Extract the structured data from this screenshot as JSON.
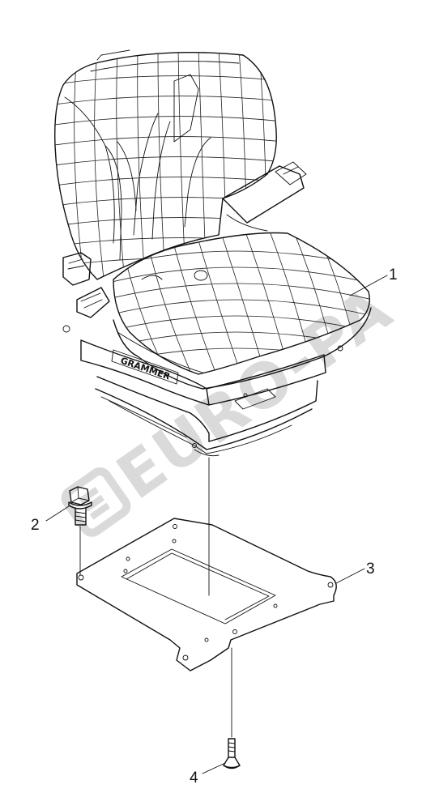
{
  "watermark": {
    "text": "EURO-PA"
  },
  "seat": {
    "brand_text": "GRAMMER"
  },
  "callouts": [
    {
      "id": "1",
      "label": "1"
    },
    {
      "id": "2",
      "label": "2"
    },
    {
      "id": "3",
      "label": "3"
    },
    {
      "id": "4",
      "label": "4"
    }
  ]
}
